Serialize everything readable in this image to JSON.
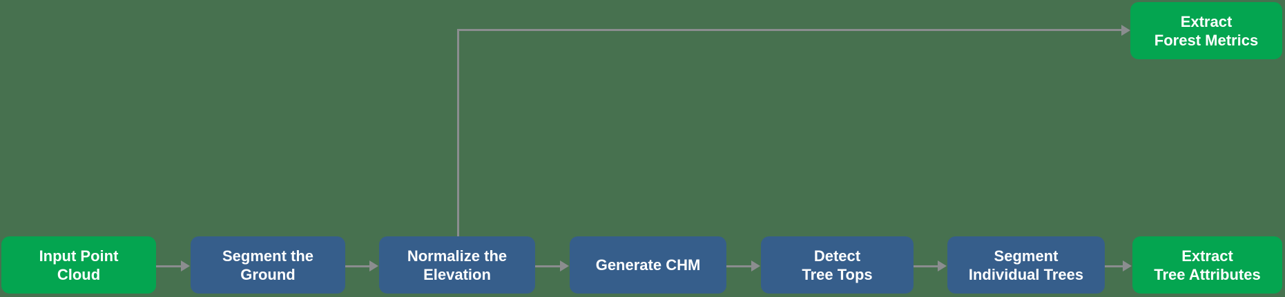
{
  "diagram": {
    "description": "LiDAR point-cloud forestry processing workflow flowchart",
    "colors": {
      "background": "#47714F",
      "io-node": "#04A550",
      "process-node": "#365E8B",
      "connector": "#8B8D8F",
      "node-text": "#FFFFFF"
    },
    "nodes": [
      {
        "id": "input-point-cloud",
        "type": "io",
        "label": "Input Point\nCloud"
      },
      {
        "id": "segment-ground",
        "type": "process",
        "label": "Segment the\nGround"
      },
      {
        "id": "normalize-elevation",
        "type": "process",
        "label": "Normalize the\nElevation"
      },
      {
        "id": "generate-chm",
        "type": "process",
        "label": "Generate CHM"
      },
      {
        "id": "detect-tree-tops",
        "type": "process",
        "label": "Detect\nTree Tops"
      },
      {
        "id": "segment-individual-trees",
        "type": "process",
        "label": "Segment\nIndividual Trees"
      },
      {
        "id": "extract-tree-attributes",
        "type": "io",
        "label": "Extract\nTree Attributes"
      },
      {
        "id": "extract-forest-metrics",
        "type": "io",
        "label": "Extract\nForest Metrics"
      }
    ],
    "edges": [
      {
        "from": "input-point-cloud",
        "to": "segment-ground"
      },
      {
        "from": "segment-ground",
        "to": "normalize-elevation"
      },
      {
        "from": "normalize-elevation",
        "to": "generate-chm"
      },
      {
        "from": "generate-chm",
        "to": "detect-tree-tops"
      },
      {
        "from": "detect-tree-tops",
        "to": "segment-individual-trees"
      },
      {
        "from": "segment-individual-trees",
        "to": "extract-tree-attributes"
      },
      {
        "from": "normalize-elevation",
        "to": "extract-forest-metrics"
      }
    ]
  }
}
